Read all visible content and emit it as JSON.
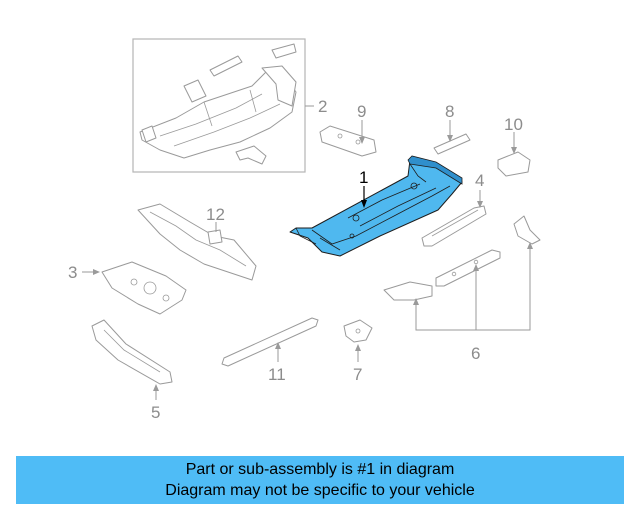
{
  "callouts": {
    "c1": "1",
    "c2": "2",
    "c3": "3",
    "c4": "4",
    "c5": "5",
    "c6": "6",
    "c7": "7",
    "c8": "8",
    "c9": "9",
    "c10": "10",
    "c11": "11",
    "c12": "12"
  },
  "banner": {
    "line1": "Part or sub-assembly is #1 in diagram",
    "line2": "Diagram may not be specific to your vehicle"
  },
  "colors": {
    "highlight": "#4fb8ef",
    "banner": "#4fbcf6",
    "line_art": "#9a9a9a"
  }
}
